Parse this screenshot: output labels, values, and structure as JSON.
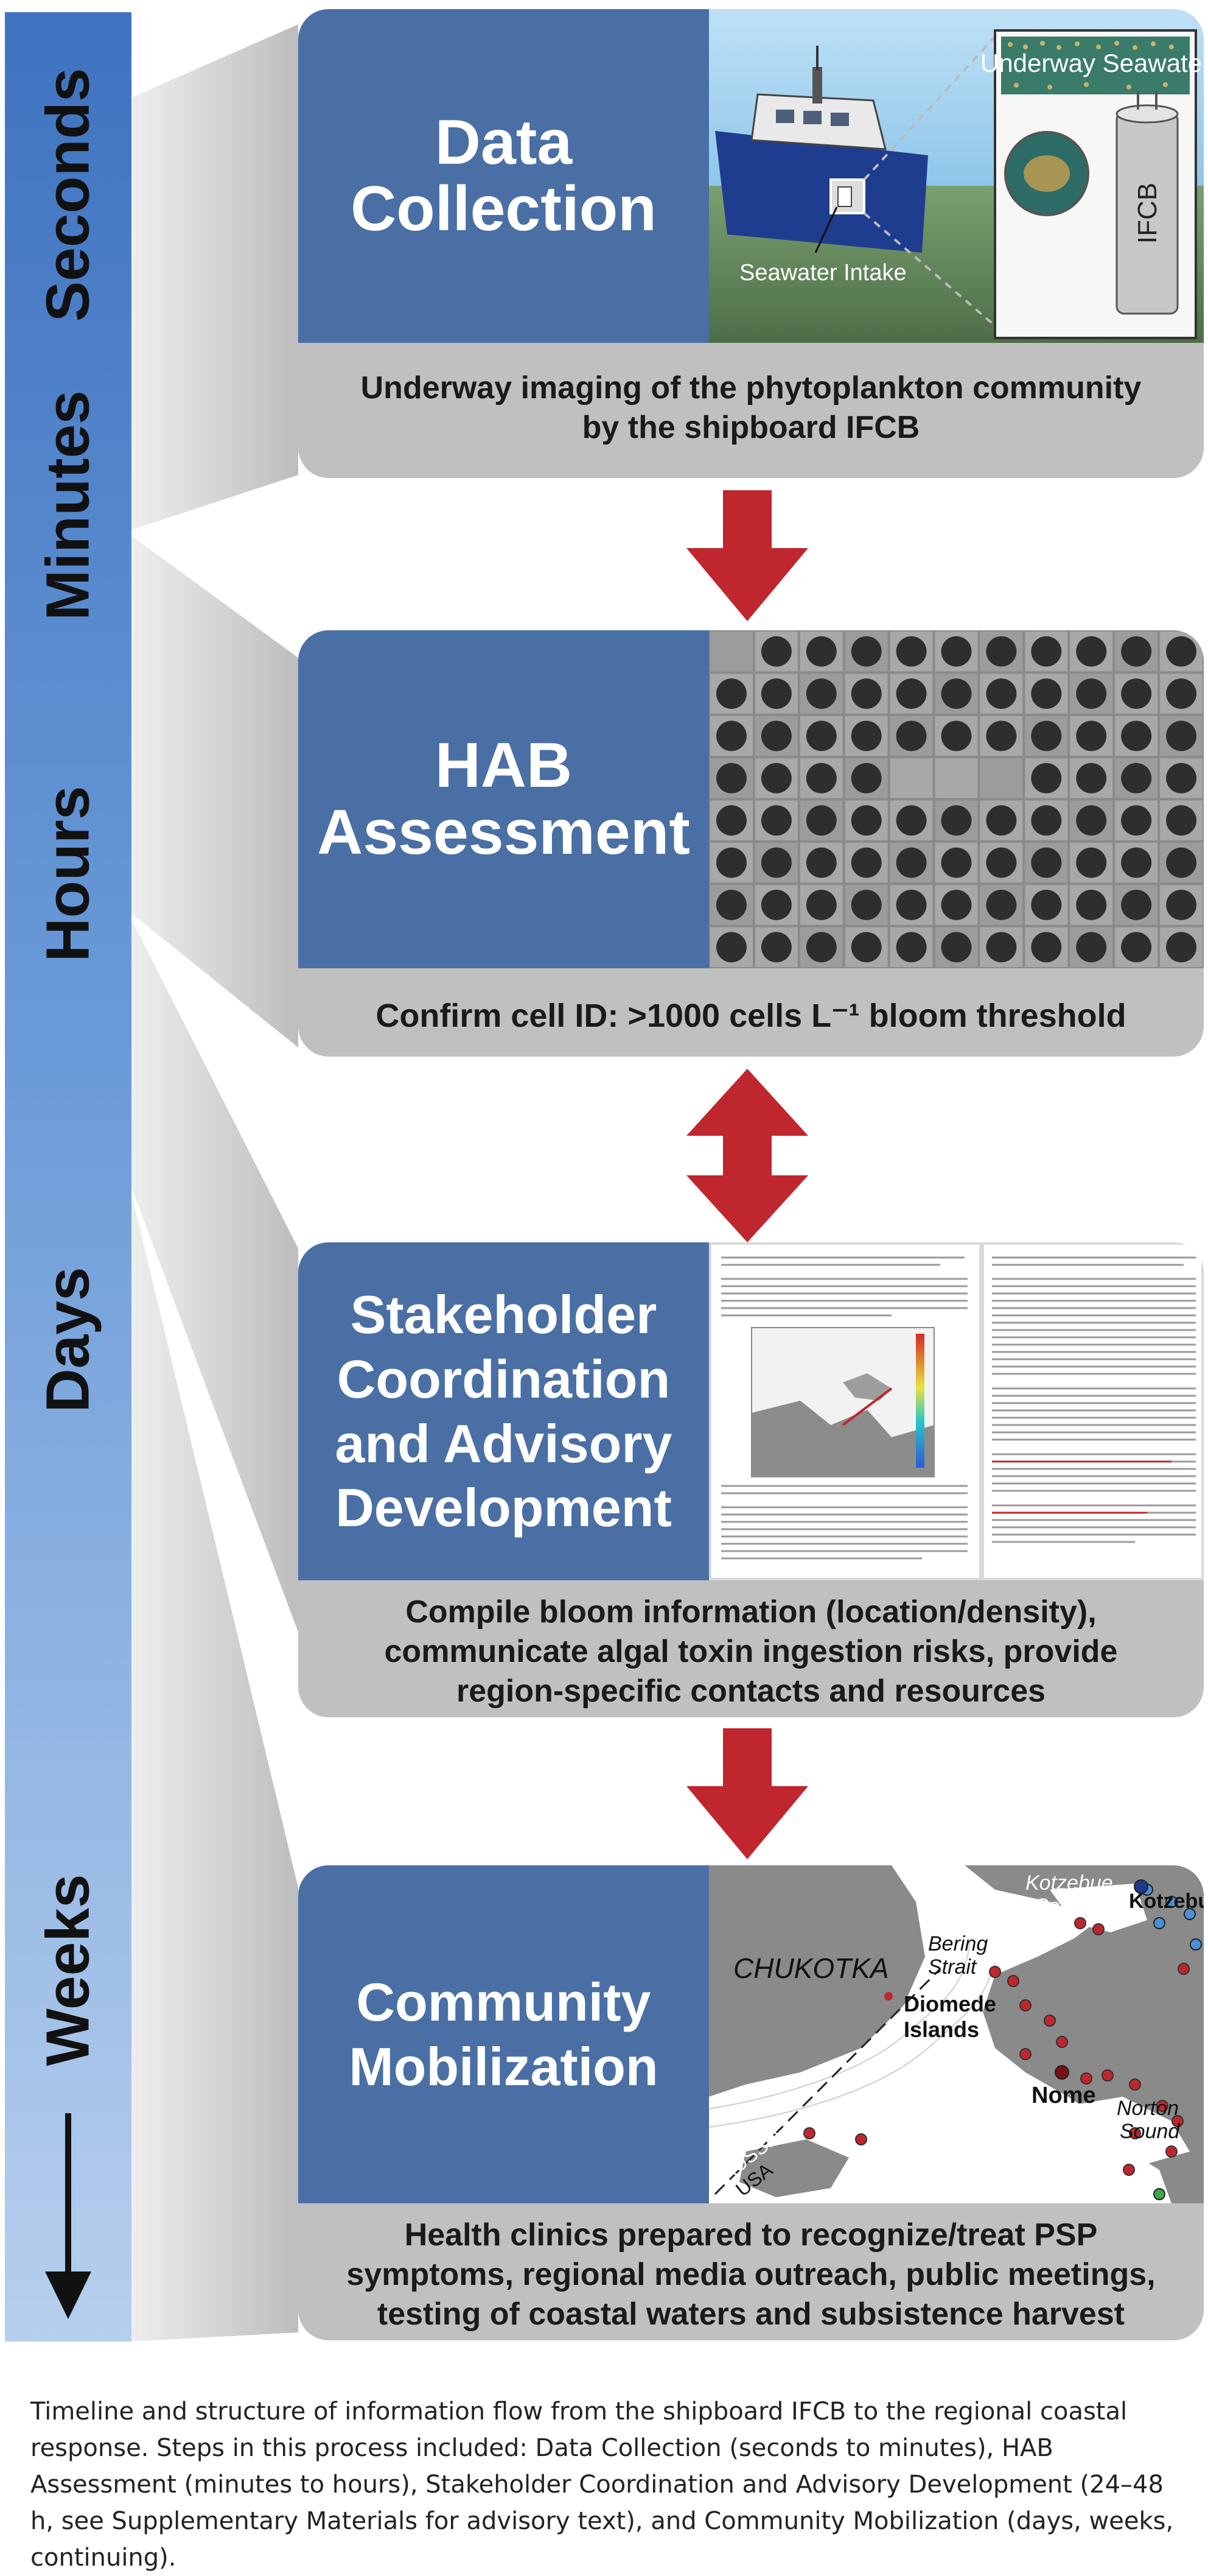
{
  "timeline": {
    "labels": [
      "Seconds",
      "Minutes",
      "Hours",
      "Days",
      "Weeks"
    ]
  },
  "steps": [
    {
      "title": "Data\nCollection",
      "description": "Underway imaging of the phytoplankton community\nby the shipboard IFCB",
      "image_labels": {
        "inset": "Underway Seawater",
        "intake": "Seawater Intake",
        "instrument": "IFCB"
      }
    },
    {
      "title": "HAB\nAssessment",
      "description": "Confirm cell ID: >1000 cells L⁻¹ bloom threshold"
    },
    {
      "title": "Stakeholder\nCoordination\nand Advisory\nDevelopment",
      "description": "Compile bloom information (location/density),\ncommunicate algal toxin ingestion risks, provide\nregion-specific contacts and resources"
    },
    {
      "title": "Community\nMobilization",
      "description": "Health clinics prepared to recognize/treat PSP\nsymptoms, regional media outreach, public meetings,\ntesting of coastal waters and subsistence harvest",
      "map_labels": {
        "chukotka": "CHUKOTKA",
        "bering_strait": "Bering\nStrait",
        "diomede": "Diomede\nIslands",
        "nome": "Nome",
        "norton": "Norton\nSound",
        "kotzebue_sound": "Kotzebue\nSound",
        "kotzebue": "Kotzebue",
        "russia": "RUSSIA",
        "usa": "USA"
      }
    }
  ],
  "caption": "Timeline and structure of information flow from the shipboard IFCB to the regional coastal response. Steps in this process included: Data Collection (seconds to minutes), HAB Assessment (minutes to hours), Stakeholder Coordination and Advisory Development (24–48 h, see Supplementary Materials for advisory text), and Community Mobilization (days, weeks, continuing).",
  "colors": {
    "title_box": "#4a6fa4",
    "card": "#c0c0c0",
    "arrow": "#c0262d",
    "timebar_top": "#3f73c0",
    "timebar_bottom": "#b7cfee"
  }
}
